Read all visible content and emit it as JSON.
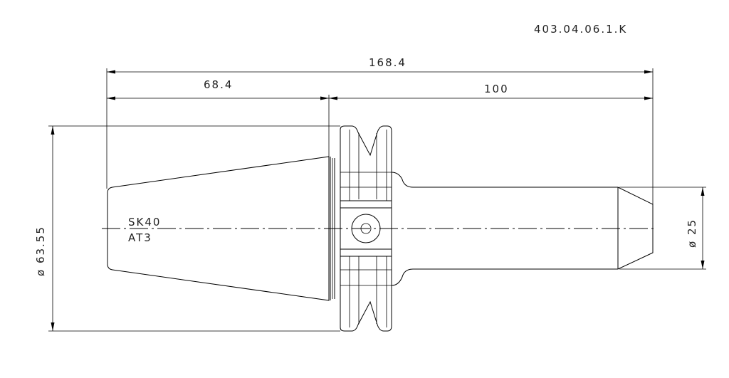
{
  "drawing": {
    "part_number": "403.04.06.1.K",
    "dimensions": {
      "overall_length": "168.4",
      "taper_length": "68.4",
      "shank_length": "100",
      "flange_diameter": "ø 63.55",
      "shank_diameter": "ø 25"
    },
    "taper_label": {
      "line1": "SK40",
      "line2": "AT3"
    },
    "colors": {
      "line": "#000000",
      "background": "#ffffff"
    }
  }
}
